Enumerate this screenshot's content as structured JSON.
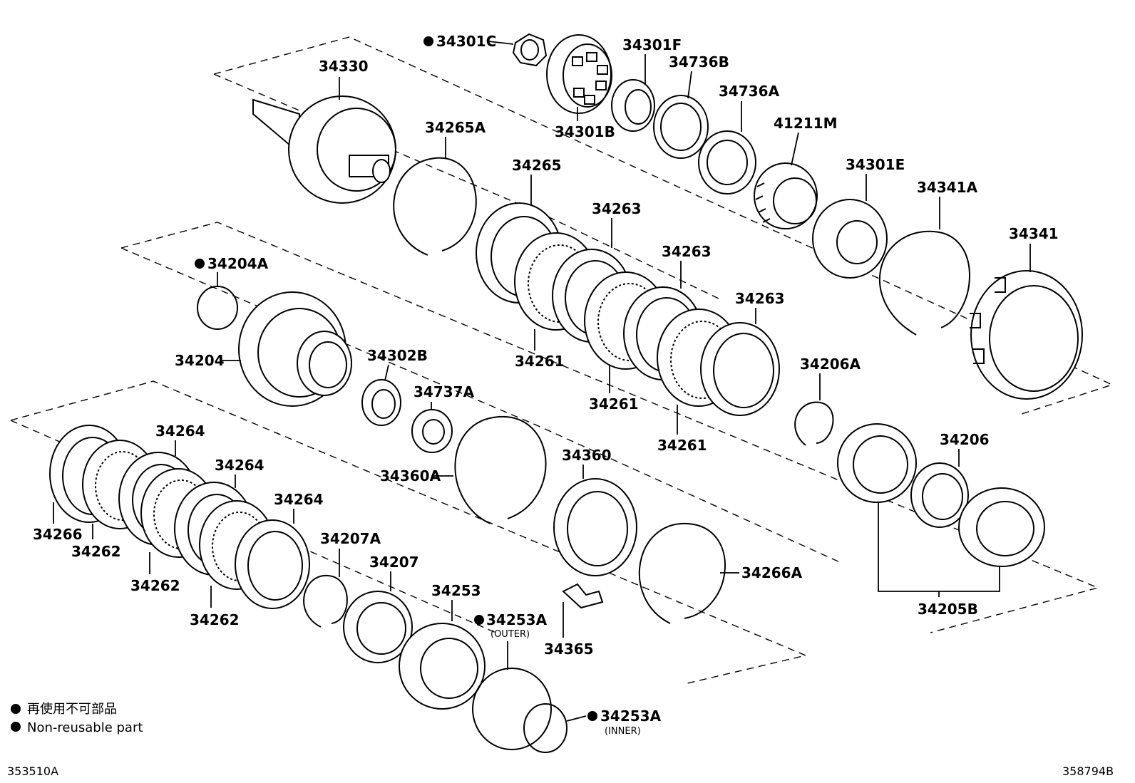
{
  "labels": {
    "p34301C": "34301C",
    "p34330": "34330",
    "p34301F": "34301F",
    "p34736B": "34736B",
    "p34736A": "34736A",
    "p34301B": "34301B",
    "p34265A": "34265A",
    "p41211M": "41211M",
    "p34265": "34265",
    "p34263a": "34263",
    "p34301E": "34301E",
    "p34341A": "34341A",
    "p34341": "34341",
    "p34204A": "34204A",
    "p34263b": "34263",
    "p34263c": "34263",
    "p34204": "34204",
    "p34302B": "34302B",
    "p34261a": "34261",
    "p34206A": "34206A",
    "p34737A": "34737A",
    "p34261b": "34261",
    "p34264a": "34264",
    "p34206": "34206",
    "p34261c": "34261",
    "p34360": "34360",
    "p34264b": "34264",
    "p34360A": "34360A",
    "p34264c": "34264",
    "p34266": "34266",
    "p34262a": "34262",
    "p34207A": "34207A",
    "p34207": "34207",
    "p34266A": "34266A",
    "p34262b": "34262",
    "p34253": "34253",
    "p34205B": "34205B",
    "p34262c": "34262",
    "p34253A_outer": "34253A",
    "outer_note": "(OUTER)",
    "p34365": "34365",
    "p34253A_inner": "34253A",
    "inner_note": "(INNER)"
  },
  "legend": {
    "japanese": "再使用不可部品",
    "english": "Non-reusable part"
  },
  "footer": {
    "left": "353510A",
    "right": "358794B"
  }
}
